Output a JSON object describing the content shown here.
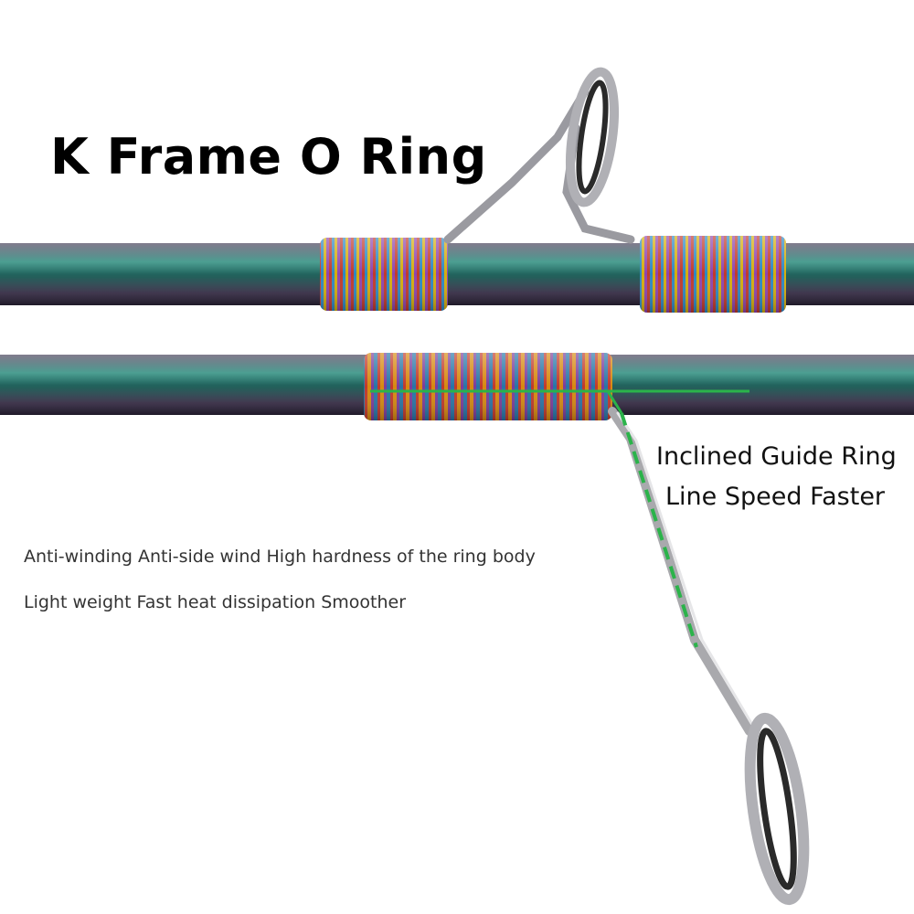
{
  "title": "K Frame O Ring",
  "callout": {
    "line1": "Inclined Guide Ring",
    "line2": "Line Speed Faster"
  },
  "features": {
    "line1": "Anti-winding  Anti-side wind High hardness of the ring body",
    "line2": "Light weight  Fast heat dissipation  Smoother"
  },
  "colors": {
    "rod_teal": "#2f8f80",
    "rod_purple": "#4a3a5c",
    "guide_steel": "#a9a9ad",
    "indicator_green": "#2bb34a"
  }
}
